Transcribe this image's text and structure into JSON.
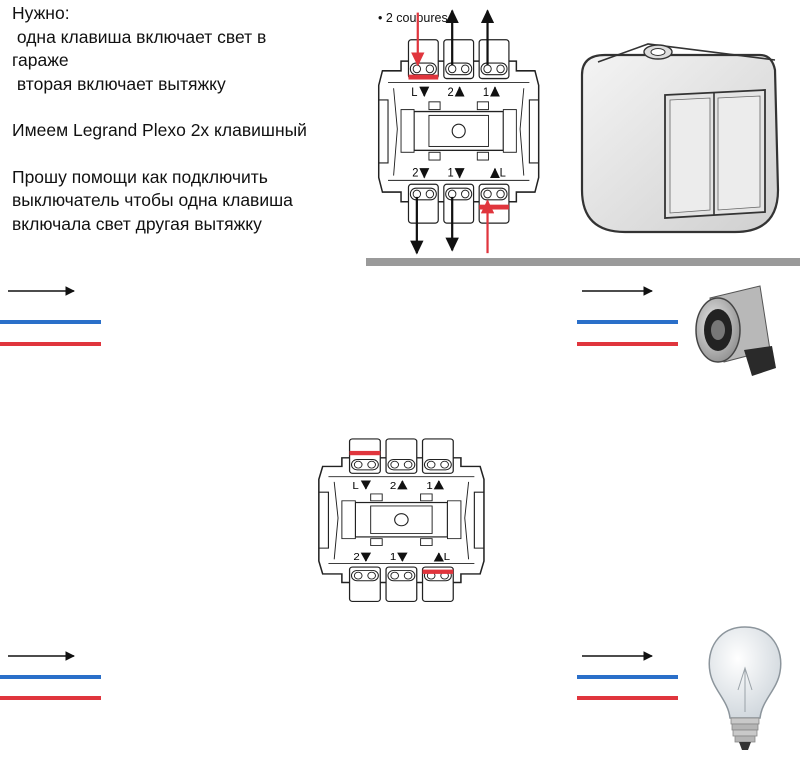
{
  "request": {
    "heading": "Нужно:",
    "line1": " одна клавиша включает свет в",
    "line2": "гараже",
    "line3": " вторая включает вытяжку",
    "line4": "Имеем Legrand Plexo 2х клавишный",
    "line5": "Прошу помощи как подключить",
    "line6": "выключатель чтобы одна клавиша",
    "line7": "включала свет другая вытяжку"
  },
  "reference": {
    "caption": "• 2 coupures",
    "top_labels": [
      "L",
      "2",
      "1"
    ],
    "bottom_labels": [
      "2",
      "1",
      "L"
    ]
  },
  "blank": {
    "top_labels": [
      "L",
      "2",
      "1"
    ],
    "bottom_labels": [
      "2",
      "1",
      "L"
    ]
  },
  "colors": {
    "blue_wire": "#2a6fc9",
    "red_wire": "#e0353d",
    "feed_arrow": "#e0353d",
    "load_arrow": "#111111",
    "divider": "#9a9a9a"
  },
  "icons": [
    "switch-photo",
    "duct-fan-icon",
    "light-bulb-icon",
    "arrow-icon"
  ]
}
